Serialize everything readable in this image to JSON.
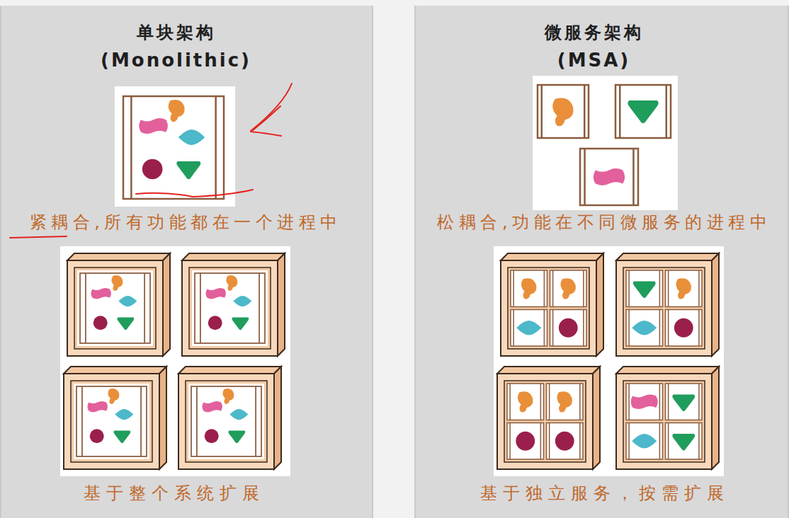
{
  "diagram": {
    "nodes": [
      {
        "text": [
          "单块架构",
          "(Monolithic)",
          "紧耦合,所有功能都在一个进程中",
          "基于整个系统扩展"
        ]
      },
      {
        "text": [
          "微服务架构",
          "(MSA)",
          "松耦合,功能在不同微服务的进程中",
          "基于独立服务，按需扩展"
        ]
      }
    ]
  }
}
